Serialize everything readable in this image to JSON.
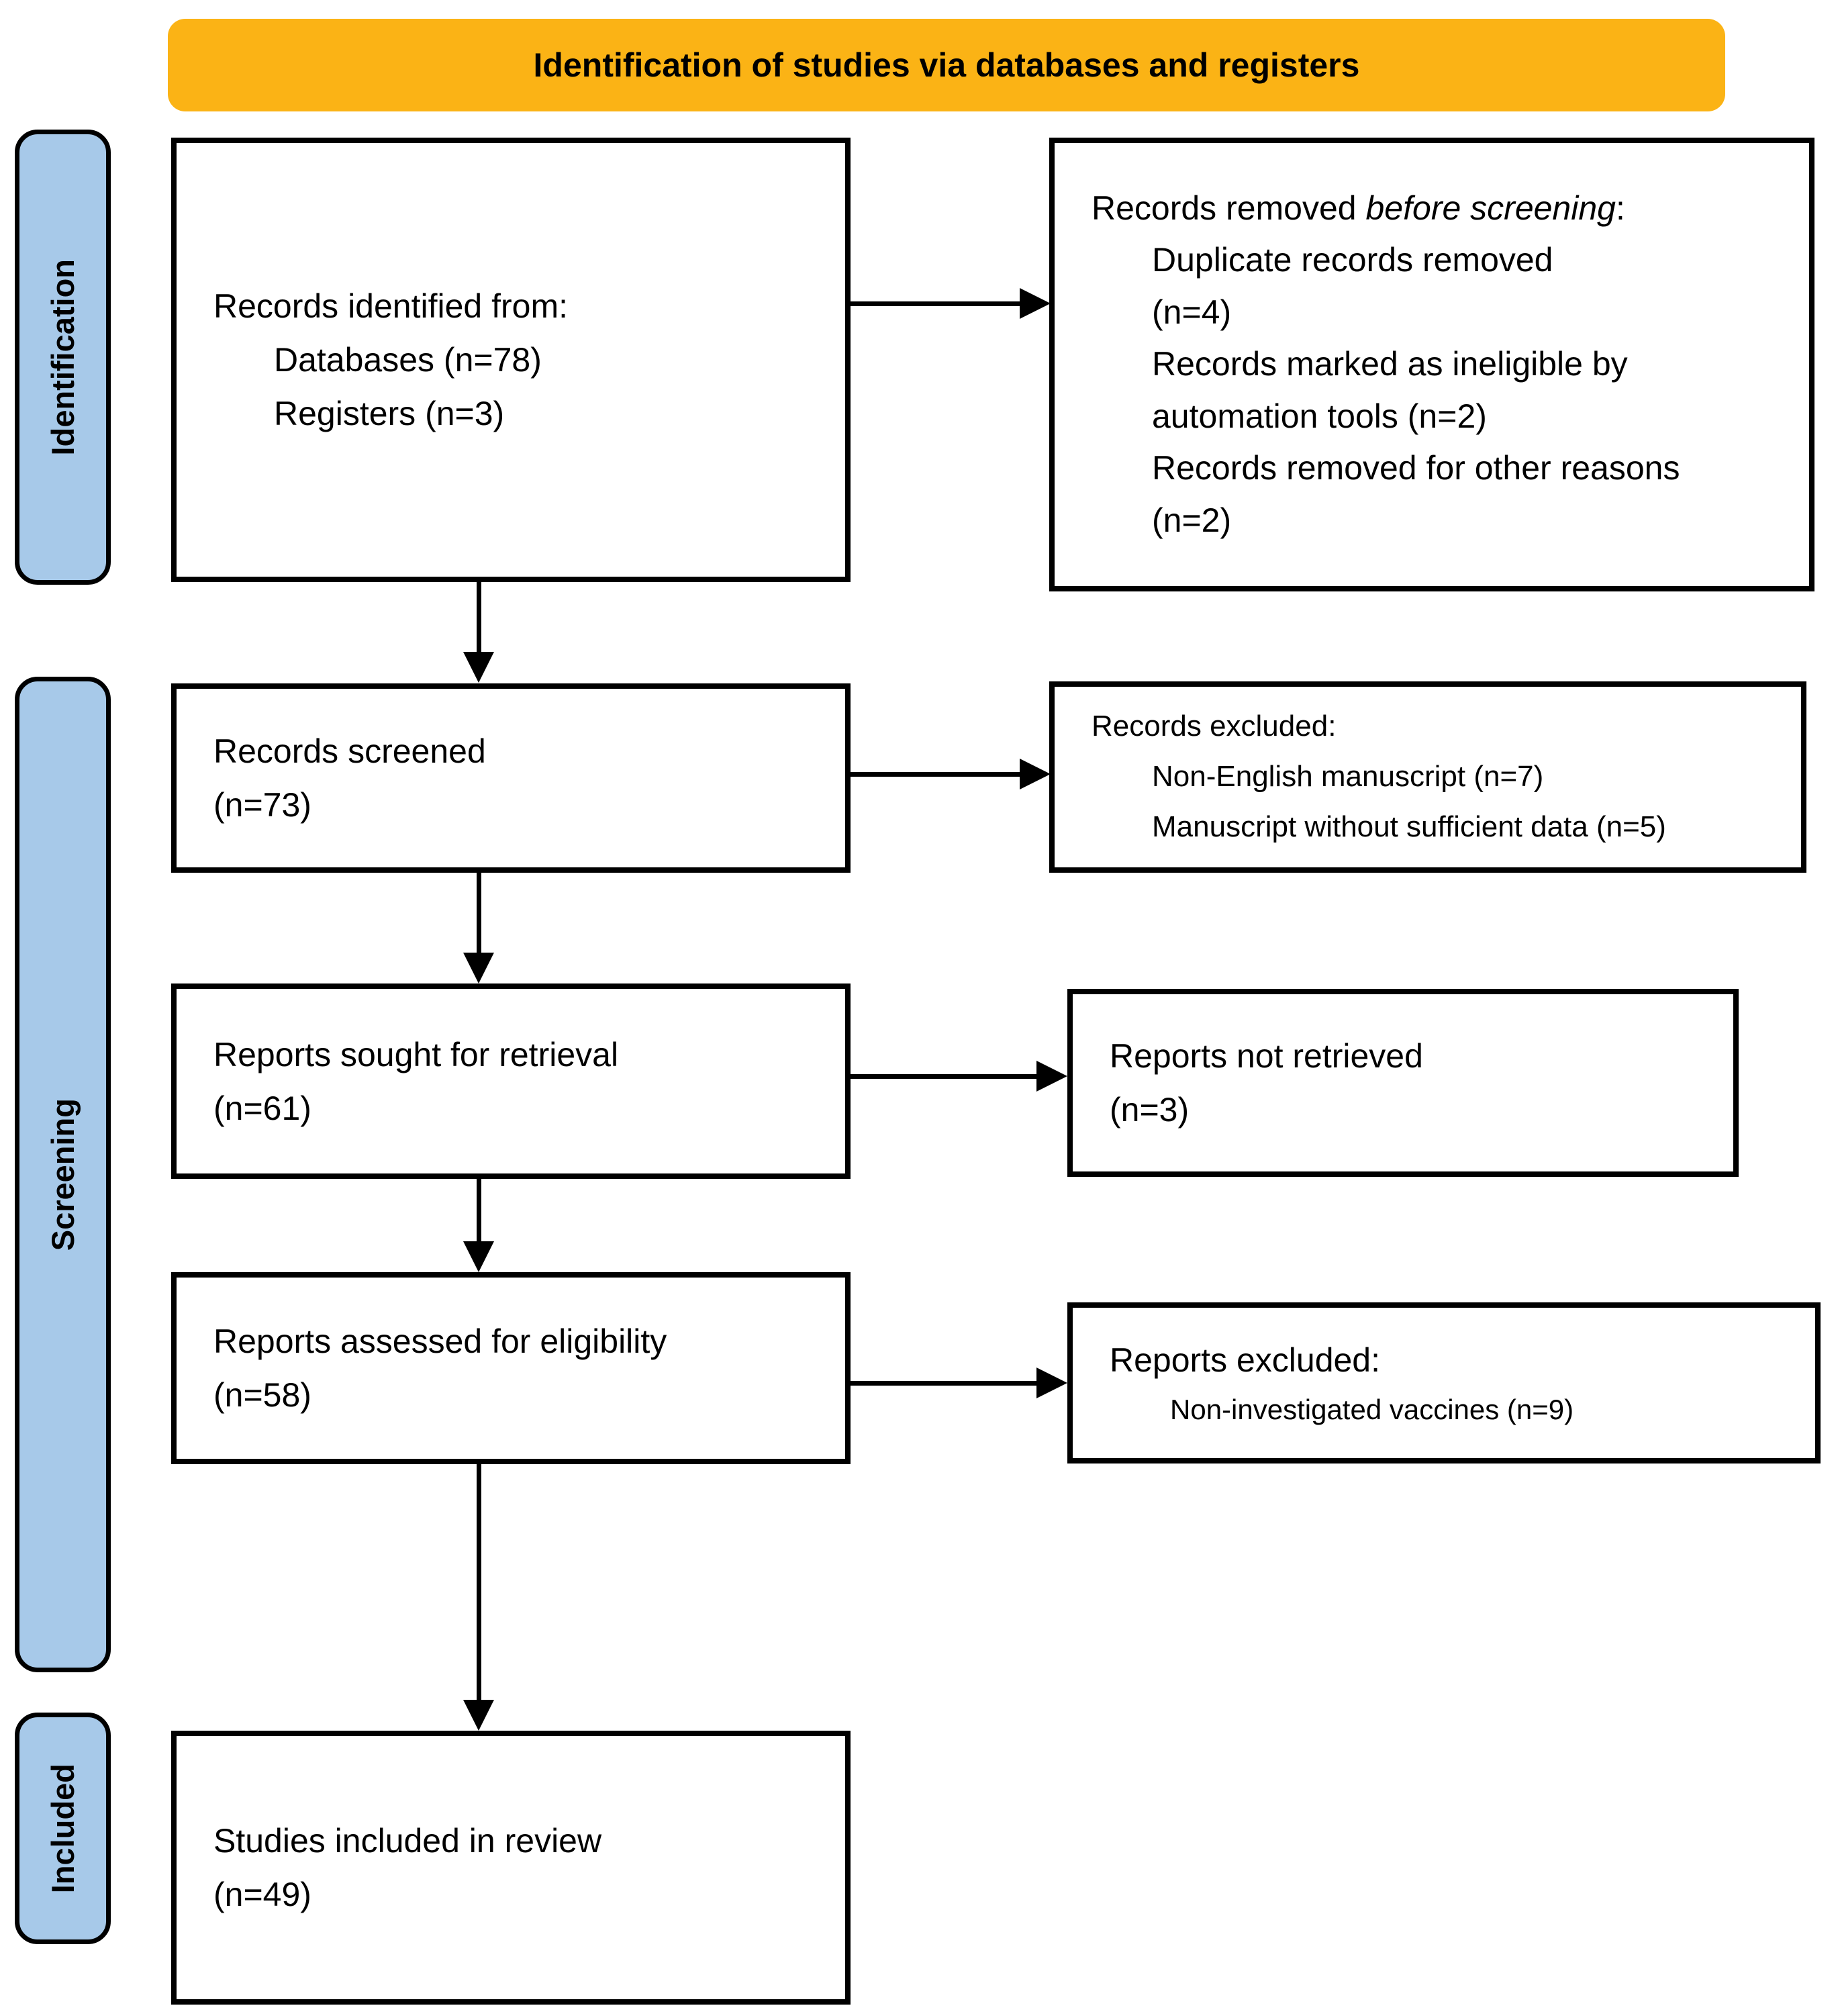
{
  "banner": {
    "label": "Identification of studies via databases and registers"
  },
  "sidebar": {
    "identification": "Identification",
    "screening": "Screening",
    "included": "Included"
  },
  "boxes": {
    "records_identified": {
      "title": "Records identified from:",
      "items": [
        "Databases (n=78)",
        "Registers (n=3)"
      ]
    },
    "records_removed": {
      "title_pre": "Records removed ",
      "title_italic": "before screening",
      "title_post": ":",
      "lines": [
        "Duplicate records removed",
        "(n=4)",
        "Records marked as ineligible by",
        "automation tools (n=2)",
        "Records removed for other reasons",
        "(n=2)"
      ]
    },
    "records_screened": {
      "lines": [
        "Records screened",
        "(n=73)"
      ]
    },
    "records_excluded": {
      "title": "Records excluded:",
      "items": [
        "Non-English manuscript (n=7)",
        "Manuscript without sufficient data (n=5)"
      ]
    },
    "reports_sought": {
      "lines": [
        "Reports sought for retrieval",
        "(n=61)"
      ]
    },
    "reports_not_retrieved": {
      "lines": [
        "Reports not retrieved",
        "(n=3)"
      ]
    },
    "reports_assessed": {
      "lines": [
        "Reports assessed for eligibility",
        "(n=58)"
      ]
    },
    "reports_excluded": {
      "title": "Reports excluded:",
      "items": [
        "Non-investigated vaccines (n=9)"
      ]
    },
    "studies_included": {
      "lines": [
        "Studies included in review",
        "(n=49)"
      ]
    }
  },
  "colors": {
    "banner_bg": "#FBB315",
    "stage_label_bg": "#A7C9E9",
    "box_border": "#000000"
  }
}
